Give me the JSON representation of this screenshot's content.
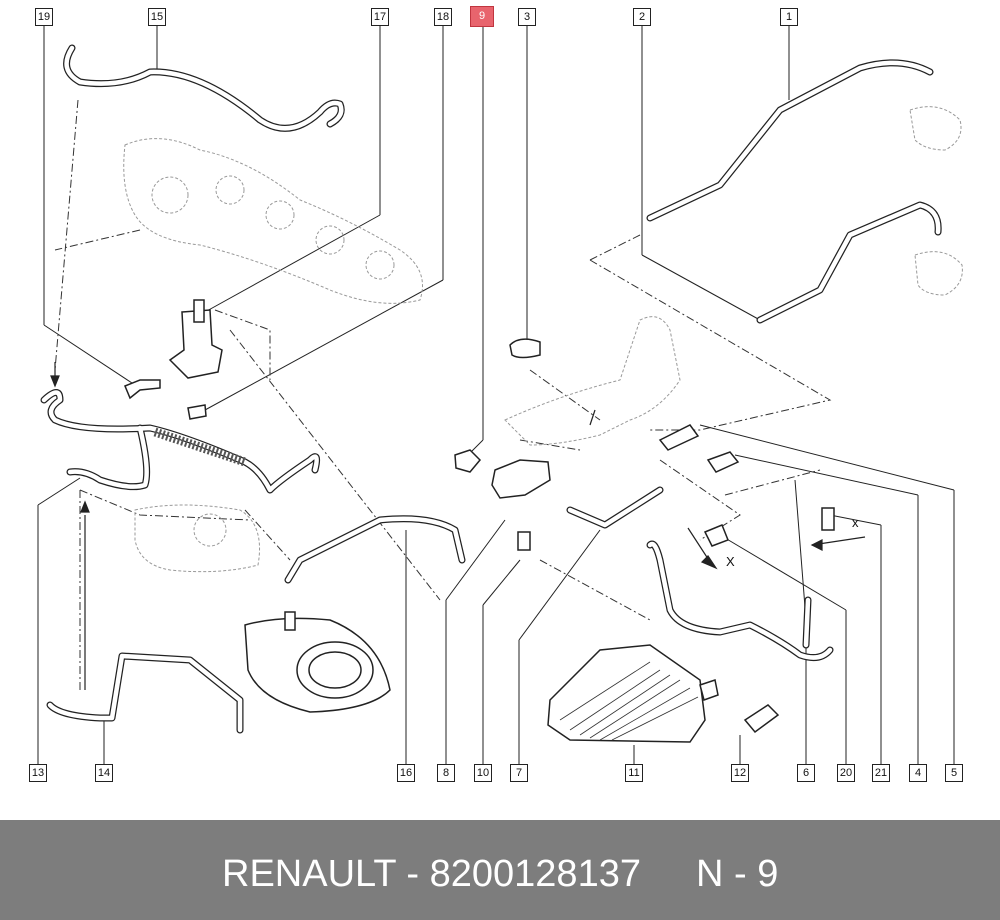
{
  "callouts": [
    {
      "id": "19",
      "highlight": false
    },
    {
      "id": "15",
      "highlight": false
    },
    {
      "id": "17",
      "highlight": false
    },
    {
      "id": "18",
      "highlight": false
    },
    {
      "id": "9",
      "highlight": true
    },
    {
      "id": "3",
      "highlight": false
    },
    {
      "id": "2",
      "highlight": false
    },
    {
      "id": "1",
      "highlight": false
    },
    {
      "id": "13",
      "highlight": false
    },
    {
      "id": "14",
      "highlight": false
    },
    {
      "id": "16",
      "highlight": false
    },
    {
      "id": "8",
      "highlight": false
    },
    {
      "id": "10",
      "highlight": false
    },
    {
      "id": "7",
      "highlight": false
    },
    {
      "id": "11",
      "highlight": false
    },
    {
      "id": "12",
      "highlight": false
    },
    {
      "id": "6",
      "highlight": false
    },
    {
      "id": "20",
      "highlight": false
    },
    {
      "id": "21",
      "highlight": false
    },
    {
      "id": "4",
      "highlight": false
    },
    {
      "id": "5",
      "highlight": false
    }
  ],
  "dimension_labels": {
    "x1": "x",
    "x2": "X"
  },
  "footer": {
    "brand": "RENAULT - 8200128137",
    "position": "N - 9"
  },
  "colors": {
    "highlight": "#e8646d",
    "footer_bg": "#7d7d7d"
  }
}
